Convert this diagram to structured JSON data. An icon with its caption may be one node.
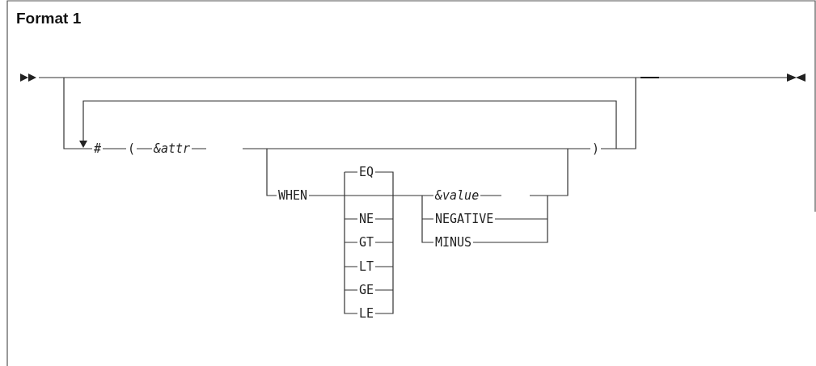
{
  "diagram": {
    "title": "Format 1",
    "labels": [
      "#",
      "(",
      "&attr",
      ")",
      "WHEN",
      "EQ",
      "NE",
      "GT",
      "LT",
      "GE",
      "LE",
      "&value",
      "NEGATIVE",
      "MINUS"
    ]
  }
}
